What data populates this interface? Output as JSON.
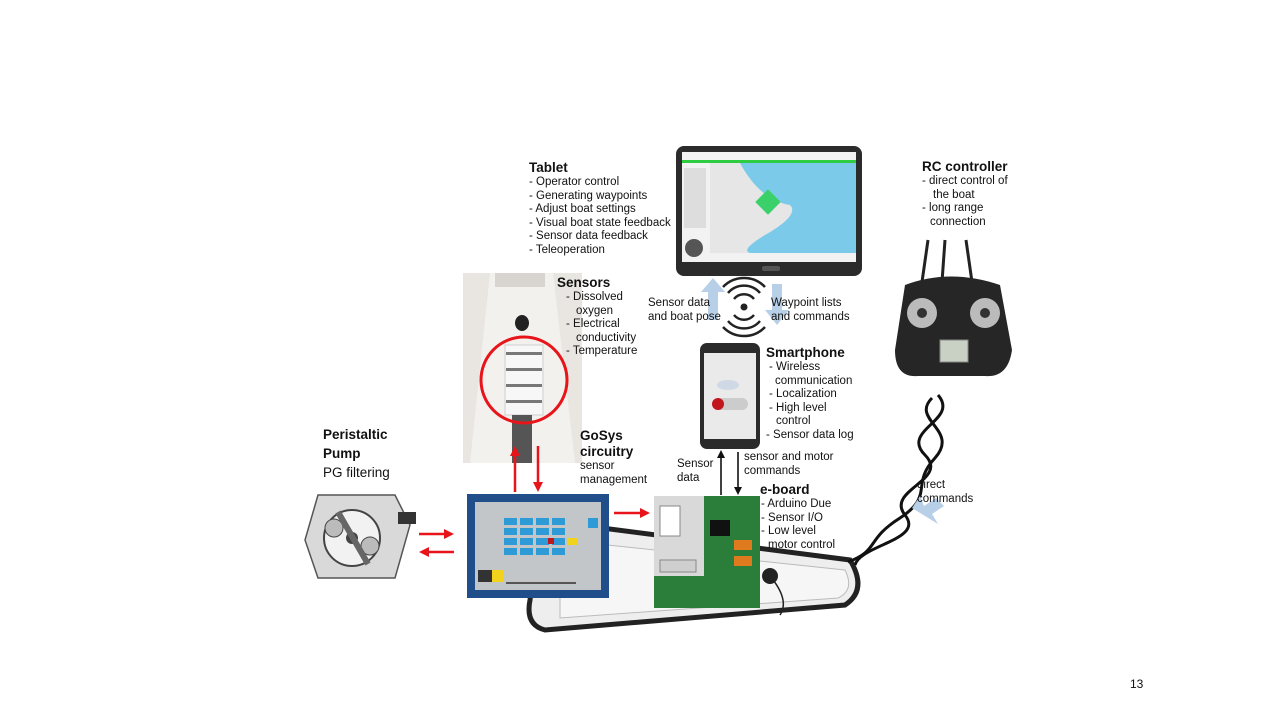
{
  "tablet": {
    "title": "Tablet",
    "items": [
      "Operator control",
      "Generating waypoints",
      "Adjust boat settings",
      "Visual boat state feedback",
      "Sensor data feedback",
      "Teleoperation"
    ]
  },
  "rc": {
    "title": "RC controller",
    "items": [
      "direct control of",
      "the boat",
      "long range",
      "connection"
    ]
  },
  "sensors": {
    "title": "Sensors",
    "items": [
      "Dissolved",
      "oxygen",
      "Electrical",
      "conductivity",
      "Temperature"
    ]
  },
  "smartphone": {
    "title": "Smartphone",
    "items": [
      "Wireless",
      "communication",
      "Localization",
      "High level",
      "control",
      "Sensor data log"
    ]
  },
  "pump": {
    "title1": "Peristaltic",
    "title2": "Pump",
    "subtitle": "PG filtering"
  },
  "gosys": {
    "title1": "GoSys",
    "title2": "circuitry",
    "sub1": "sensor",
    "sub2": "management"
  },
  "eboard": {
    "title": "e-board",
    "items": [
      "Arduino Due",
      "Sensor I/O",
      "Low level",
      "motor control"
    ]
  },
  "labels": {
    "sensor_data_pose_1": "Sensor data",
    "sensor_data_pose_2": "and boat pose",
    "waypoints_1": "Waypoint lists",
    "waypoints_2": "and commands",
    "sensor_data_1": "Sensor",
    "sensor_data_2": "data",
    "motor_cmd_1": "sensor and motor",
    "motor_cmd_2": "commands",
    "direct_1": "direct",
    "direct_2": "commands"
  },
  "page_number": "13",
  "colors": {
    "arrow_red": "#e8141a",
    "arrow_blue": "#b8cfe8",
    "panel_blue": "#1f4e8a",
    "map_water": "#7ccaea"
  }
}
